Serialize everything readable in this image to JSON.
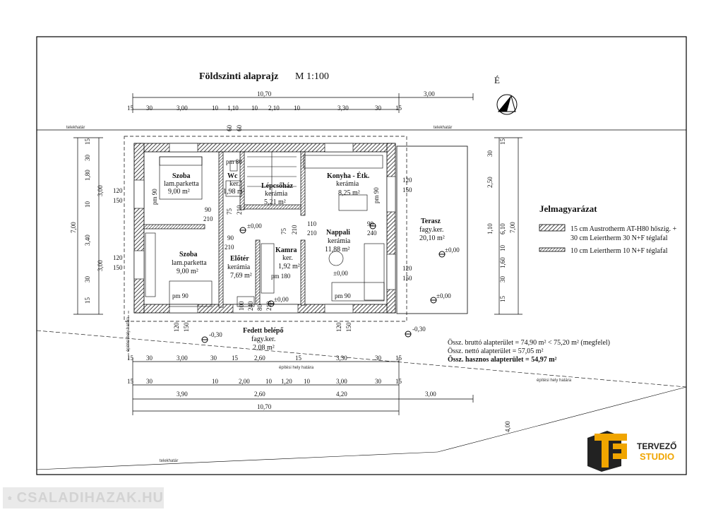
{
  "title": "Földszinti alaprajz",
  "scale": "M 1:100",
  "north": "É",
  "boundary_labels": {
    "telek1": "telekhatár",
    "telek2": "telekhatár",
    "telek3": "telekhatár",
    "epitesi1": "építési hely határa",
    "epitesi2": "építési hely határa",
    "epitesi3": "építési hely határa"
  },
  "dims_top": {
    "total": "10,70",
    "extra": "3,00",
    "row": [
      "15",
      "30",
      "3,00",
      "10",
      "1,10",
      "10",
      "2,10",
      "10",
      "3,30",
      "30",
      "15"
    ]
  },
  "dims_bottom": {
    "row1": [
      "15",
      "30",
      "3,00",
      "30",
      "15",
      "2,60",
      "15",
      "3,30",
      "30",
      "15"
    ],
    "row2": [
      "15",
      "30",
      "10",
      "2,00",
      "10",
      "1,20",
      "10",
      "3,00",
      "30",
      "15"
    ],
    "row3": [
      "3,90",
      "2,60",
      "4,20",
      "3,00"
    ],
    "total": "10,70",
    "diag": "4,00"
  },
  "dims_left": {
    "total": "7,00",
    "row": [
      "15",
      "30",
      "1,80",
      "3,00",
      "10",
      "3,40",
      "3,00",
      "30",
      "15"
    ]
  },
  "dims_right": {
    "row1": [
      "30",
      "2,50",
      "6,10",
      "1,10",
      "10",
      "1,60",
      "30",
      "15"
    ],
    "total": "7,00",
    "top": "15"
  },
  "rooms": [
    {
      "name": "Szoba",
      "floor": "lam.parketta",
      "area": "9,00 m²"
    },
    {
      "name": "Wc",
      "floor": "ker.",
      "area": "1,98 m²"
    },
    {
      "name": "Lépcsőház",
      "floor": "kerámia",
      "area": "5,21 m²"
    },
    {
      "name": "Konyha - Étk.",
      "floor": "kerámia",
      "area": "8,25 m²"
    },
    {
      "name": "Szoba",
      "floor": "lam.parketta",
      "area": "9,00 m²"
    },
    {
      "name": "Előtér",
      "floor": "kerámia",
      "area": "7,69 m²"
    },
    {
      "name": "Kamra",
      "floor": "ker.",
      "area": "1,92 m²"
    },
    {
      "name": "Nappali",
      "floor": "kerámia",
      "area": "11,88 m²"
    },
    {
      "name": "Terasz",
      "floor": "fagy.ker.",
      "area": "20,10 m²"
    },
    {
      "name": "Fedett belépő",
      "floor": "fagy.ker.",
      "area": "2,08 m²"
    }
  ],
  "openings": {
    "w1": "120",
    "w1b": "150",
    "w2": "120",
    "w2b": "150",
    "w3": "120",
    "w3b": "150",
    "w4": "120",
    "w4b": "150",
    "pm90a": "pm 90",
    "pm90b": "pm 90",
    "pm90c": "pm 90",
    "pm90d": "pm 90",
    "pm80": "pm 80",
    "pm180": "pm 180",
    "d90a": "90",
    "d210a": "210",
    "d90b": "90",
    "d210b": "210",
    "d75a": "75",
    "d210c": "210",
    "d110": "110",
    "d210d": "210",
    "d75b": "75",
    "d210e": "210",
    "d90c": "90",
    "d240": "240",
    "b100": "100",
    "b240": "240",
    "b80": "80",
    "b210": "210",
    "bw120": "120",
    "bw150": "150",
    "bw120b": "120",
    "bw150b": "150",
    "t60a": "60",
    "t60b": "60"
  },
  "levels": {
    "l1": "±0,00",
    "l2": "±0,00",
    "l3": "±0,00",
    "l4": "±0,00",
    "l5": "±0,00",
    "l6": "-0,30",
    "l7": "-0,30"
  },
  "areas": {
    "brutto": "Össz. bruttó alapterület = 74,90 m² < 75,20 m² (megfelel)",
    "netto": "Össz. nettó alapterület = 57,05 m²",
    "hasznos": "Össz. hasznos alapterület = 54,97 m²"
  },
  "legend": {
    "title": "Jelmagyarázat",
    "item1a": "15 cm Austrotherm AT-H80 hőszig. +",
    "item1b": "30 cm Leiertherm 30 N+F téglafal",
    "item2": "10 cm Leiertherm 10 N+F téglafal"
  },
  "logo": {
    "line1": "TERVEZŐ",
    "line2": "STUDIO"
  },
  "watermark": "CSALADIHAZAK.HU",
  "colors": {
    "ink": "#111111",
    "logo_orange": "#f0a500",
    "logo_dark": "#222222"
  }
}
